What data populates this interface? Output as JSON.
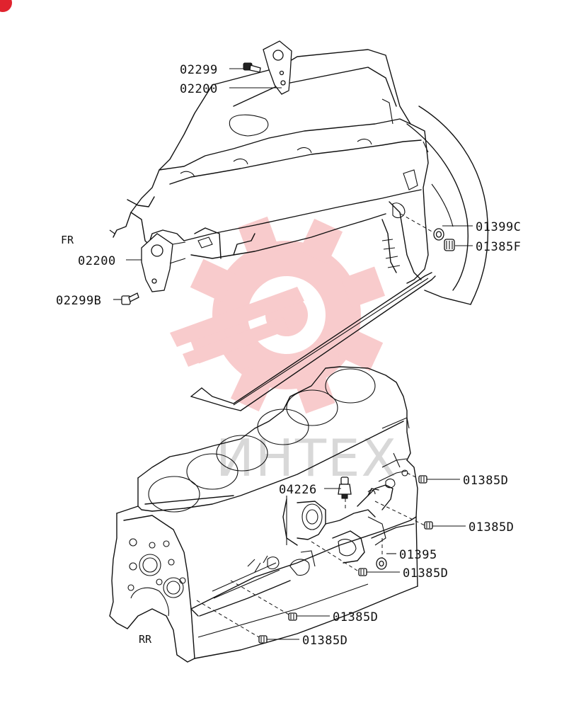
{
  "watermark": {
    "text": "ИНТЕХ",
    "gear_color": "#e8474a"
  },
  "corner_badge": {
    "icon": "red-corner-badge-icon",
    "color": "#e0232e"
  },
  "directions": {
    "front": "FR",
    "rear": "RR"
  },
  "callouts": [
    {
      "id": "c1",
      "label": "02299"
    },
    {
      "id": "c2",
      "label": "02200"
    },
    {
      "id": "c3",
      "label": "02200"
    },
    {
      "id": "c4",
      "label": "02299B"
    },
    {
      "id": "c5",
      "label": "01399C"
    },
    {
      "id": "c6",
      "label": "01385F"
    },
    {
      "id": "c7",
      "label": "04226"
    },
    {
      "id": "c8",
      "label": "01385D"
    },
    {
      "id": "c9",
      "label": "01385D"
    },
    {
      "id": "c10",
      "label": "01395"
    },
    {
      "id": "c11",
      "label": "01385D"
    },
    {
      "id": "c12",
      "label": "01385D"
    },
    {
      "id": "c13",
      "label": "01385D"
    }
  ]
}
